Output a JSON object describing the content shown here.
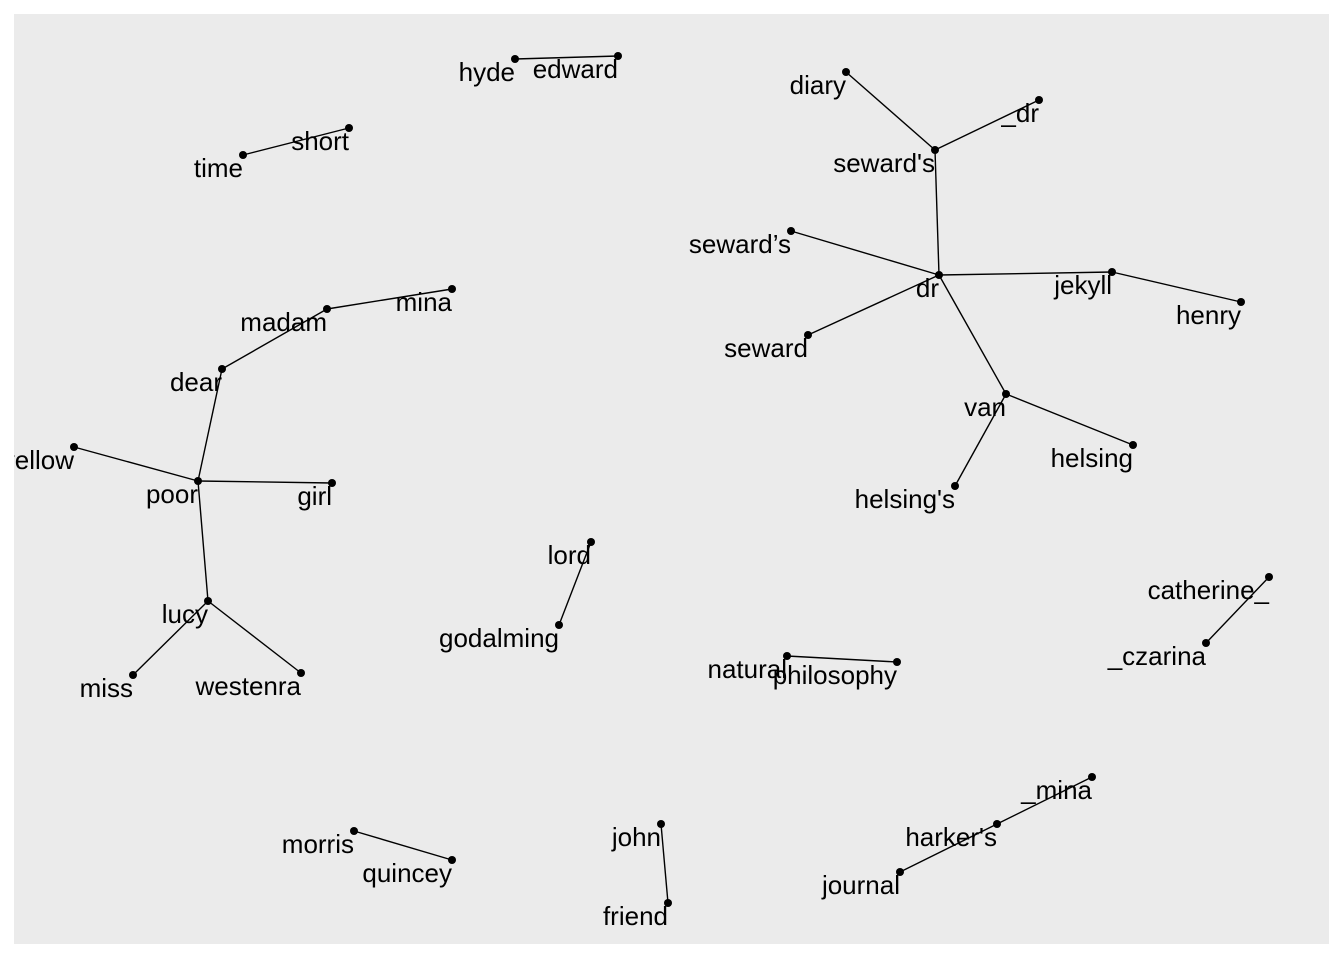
{
  "graph": {
    "background": "#EBEBEB",
    "node_color": "#000000",
    "nodes": [
      {
        "id": "hyde",
        "p": [
          515,
          59
        ]
      },
      {
        "id": "edward",
        "p": [
          618,
          56
        ]
      },
      {
        "id": "time",
        "p": [
          243,
          155
        ]
      },
      {
        "id": "short",
        "p": [
          349,
          128
        ]
      },
      {
        "id": "diary",
        "p": [
          846,
          72
        ]
      },
      {
        "id": "seward's",
        "p": [
          935,
          150
        ]
      },
      {
        "id": "_dr",
        "p": [
          1039,
          100
        ]
      },
      {
        "id": "seward’s",
        "p": [
          791,
          231
        ]
      },
      {
        "id": "dr",
        "p": [
          939,
          275
        ]
      },
      {
        "id": "seward",
        "p": [
          808,
          335
        ]
      },
      {
        "id": "jekyll",
        "p": [
          1112,
          272
        ]
      },
      {
        "id": "henry",
        "p": [
          1241,
          302
        ]
      },
      {
        "id": "van",
        "p": [
          1006,
          394
        ]
      },
      {
        "id": "helsing",
        "p": [
          1133,
          445
        ]
      },
      {
        "id": "helsing's",
        "p": [
          955,
          486
        ]
      },
      {
        "id": "mina",
        "p": [
          452,
          289
        ]
      },
      {
        "id": "madam",
        "p": [
          327,
          309
        ]
      },
      {
        "id": "dear",
        "p": [
          222,
          369
        ]
      },
      {
        "id": "poor",
        "p": [
          198,
          481
        ]
      },
      {
        "id": "yellow",
        "p": [
          74,
          447
        ]
      },
      {
        "id": "girl",
        "p": [
          332,
          483
        ]
      },
      {
        "id": "lucy",
        "p": [
          208,
          601
        ]
      },
      {
        "id": "miss",
        "p": [
          133,
          675
        ]
      },
      {
        "id": "westenra",
        "p": [
          301,
          673
        ]
      },
      {
        "id": "lord",
        "p": [
          591,
          542
        ]
      },
      {
        "id": "godalming",
        "p": [
          559,
          625
        ]
      },
      {
        "id": "natural",
        "p": [
          787,
          656
        ]
      },
      {
        "id": "philosophy",
        "p": [
          897,
          662
        ]
      },
      {
        "id": "catherine_",
        "p": [
          1269,
          577
        ]
      },
      {
        "id": "_czarina",
        "p": [
          1206,
          643
        ]
      },
      {
        "id": "morris",
        "p": [
          354,
          831
        ]
      },
      {
        "id": "quincey",
        "p": [
          452,
          860
        ]
      },
      {
        "id": "john",
        "p": [
          661,
          824
        ]
      },
      {
        "id": "friend",
        "p": [
          668,
          903
        ]
      },
      {
        "id": "_mina",
        "p": [
          1092,
          777
        ]
      },
      {
        "id": "harker's",
        "p": [
          997,
          824
        ]
      },
      {
        "id": "journal",
        "p": [
          900,
          872
        ]
      }
    ],
    "edges": [
      [
        "hyde",
        "edward"
      ],
      [
        "time",
        "short"
      ],
      [
        "diary",
        "seward's"
      ],
      [
        "seward's",
        "_dr"
      ],
      [
        "seward's",
        "dr"
      ],
      [
        "seward’s",
        "dr"
      ],
      [
        "dr",
        "seward"
      ],
      [
        "dr",
        "jekyll"
      ],
      [
        "jekyll",
        "henry"
      ],
      [
        "dr",
        "van"
      ],
      [
        "van",
        "helsing"
      ],
      [
        "van",
        "helsing's"
      ],
      [
        "mina",
        "madam"
      ],
      [
        "madam",
        "dear"
      ],
      [
        "dear",
        "poor"
      ],
      [
        "poor",
        "yellow"
      ],
      [
        "poor",
        "girl"
      ],
      [
        "poor",
        "lucy"
      ],
      [
        "lucy",
        "miss"
      ],
      [
        "lucy",
        "westenra"
      ],
      [
        "lord",
        "godalming"
      ],
      [
        "natural",
        "philosophy"
      ],
      [
        "catherine_",
        "_czarina"
      ],
      [
        "morris",
        "quincey"
      ],
      [
        "john",
        "friend"
      ],
      [
        "_mina",
        "harker's"
      ],
      [
        "harker's",
        "journal"
      ]
    ]
  }
}
